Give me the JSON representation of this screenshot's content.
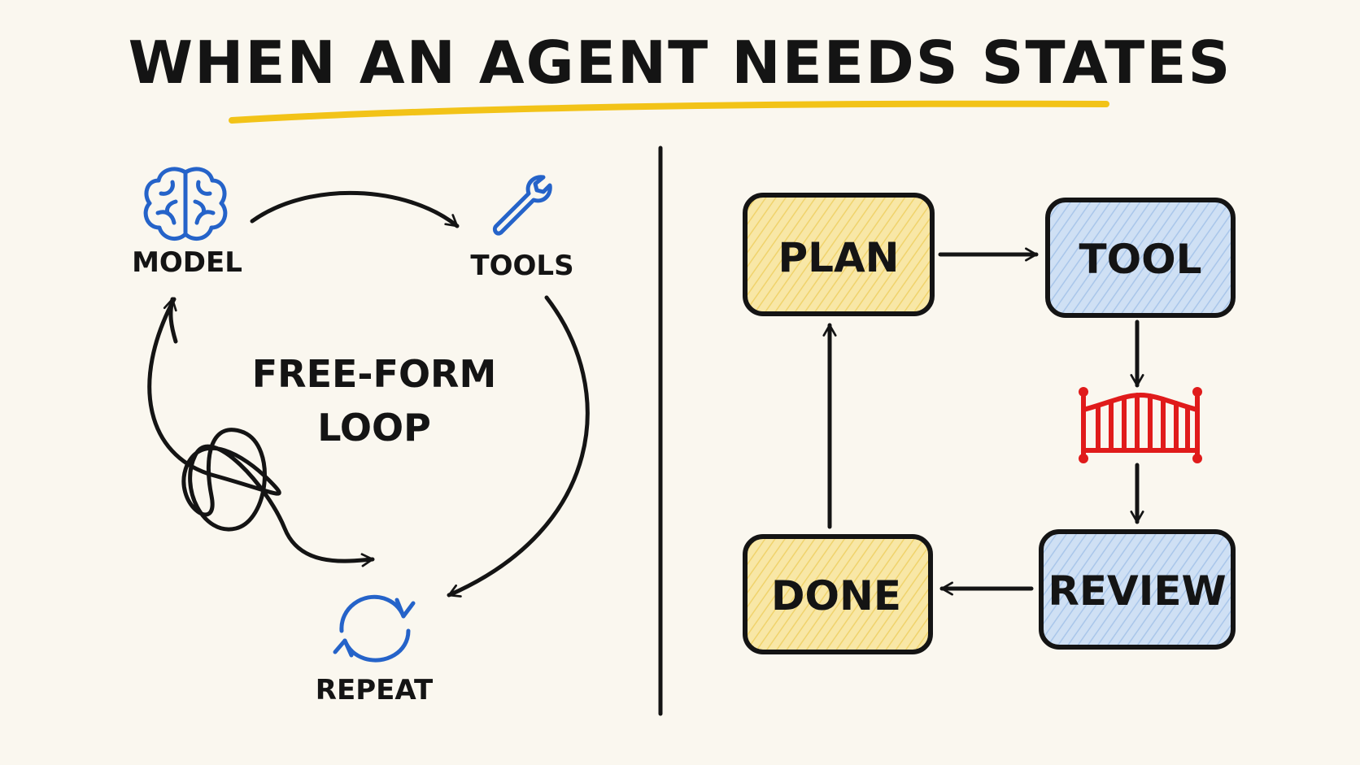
{
  "title": "WHEN AN AGENT NEEDS STATES",
  "left_panel": {
    "model_label": "MODEL",
    "tools_label": "TOOLS",
    "repeat_label": "REPEAT",
    "center_label_line1": "FREE-FORM",
    "center_label_line2": "LOOP",
    "icons": [
      "brain-icon",
      "wrench-icon",
      "refresh-icon"
    ]
  },
  "right_panel": {
    "states": {
      "plan": "PLAN",
      "tool": "TOOL",
      "review": "REVIEW",
      "done": "DONE"
    },
    "gate_icon": "gate-icon"
  },
  "colors": {
    "background": "#faf7ef",
    "ink": "#141414",
    "title_underline": "#f2c318",
    "icon_blue": "#2563c9",
    "plan_fill": "#f7e39a",
    "tool_fill": "#c7dcf3",
    "gate_red": "#e01b1b"
  }
}
